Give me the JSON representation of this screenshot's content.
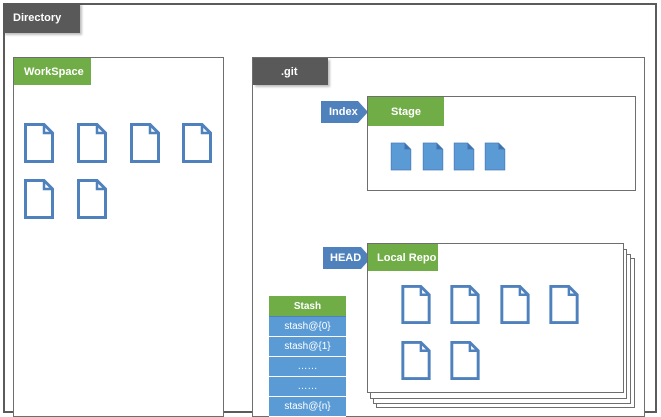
{
  "directory": {
    "label": "Directory"
  },
  "workspace": {
    "label": "WorkSpace",
    "file_icon": "file-outline-icon",
    "file_count": 6
  },
  "git": {
    "label": ".git"
  },
  "index_arrow": {
    "label": "Index"
  },
  "stage": {
    "label": "Stage",
    "file_icon": "file-filled-icon",
    "file_count": 4
  },
  "head_arrow": {
    "label": "HEAD"
  },
  "local_repo": {
    "label": "Local Repo",
    "file_icon": "file-outline-icon",
    "file_count": 6
  },
  "stash": {
    "title": "Stash",
    "entries": [
      "stash@{0}",
      "stash@{1}",
      "……",
      "……",
      "stash@{n}"
    ]
  },
  "colors": {
    "dark_tab": "#595959",
    "green_tab": "#70ad47",
    "arrow_blue": "#4f81bd",
    "stash_blue": "#5b9bd5",
    "icon_stroke": "#4f81bd",
    "icon_fill": "#5b9bd5"
  }
}
